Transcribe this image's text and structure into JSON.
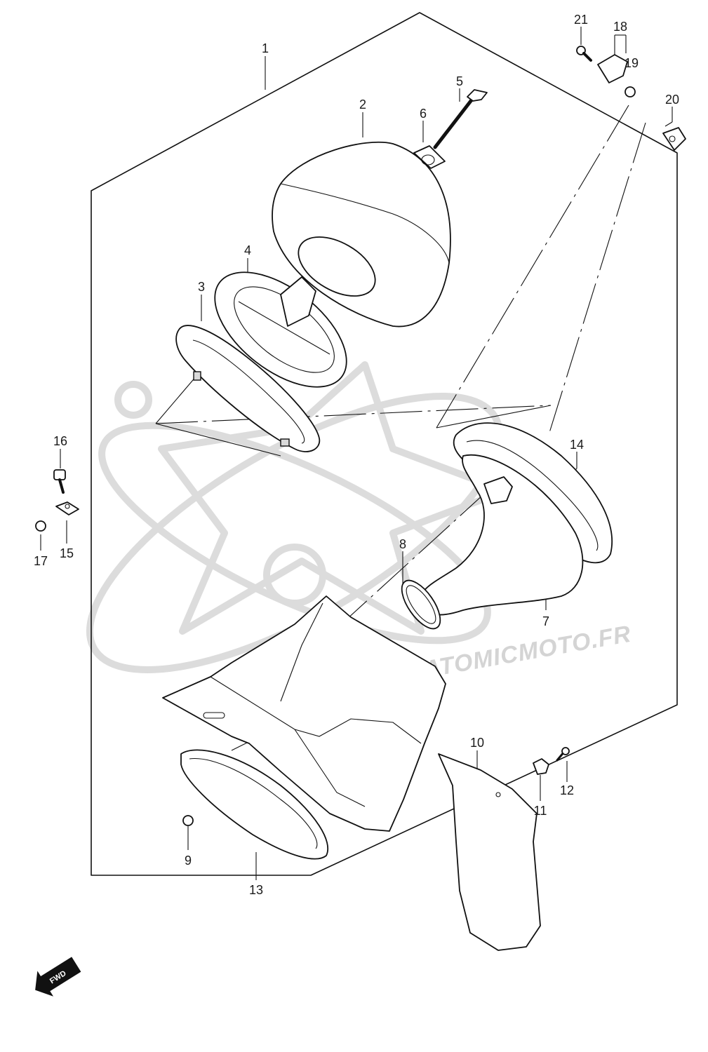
{
  "watermark": {
    "brand_small": "moto",
    "url_text": "WWW.ATOMICMOTO.FR"
  },
  "fwd_label": "FWD",
  "callouts": [
    {
      "id": "1",
      "label": "1"
    },
    {
      "id": "2",
      "label": "2"
    },
    {
      "id": "3",
      "label": "3"
    },
    {
      "id": "4",
      "label": "4"
    },
    {
      "id": "5",
      "label": "5"
    },
    {
      "id": "6",
      "label": "6"
    },
    {
      "id": "7",
      "label": "7"
    },
    {
      "id": "8",
      "label": "8"
    },
    {
      "id": "9",
      "label": "9"
    },
    {
      "id": "10",
      "label": "10"
    },
    {
      "id": "11",
      "label": "11"
    },
    {
      "id": "12",
      "label": "12"
    },
    {
      "id": "13",
      "label": "13"
    },
    {
      "id": "14",
      "label": "14"
    },
    {
      "id": "15",
      "label": "15"
    },
    {
      "id": "16",
      "label": "16"
    },
    {
      "id": "17",
      "label": "17"
    },
    {
      "id": "18",
      "label": "18"
    },
    {
      "id": "19",
      "label": "19"
    },
    {
      "id": "20",
      "label": "20"
    },
    {
      "id": "21",
      "label": "21"
    }
  ]
}
